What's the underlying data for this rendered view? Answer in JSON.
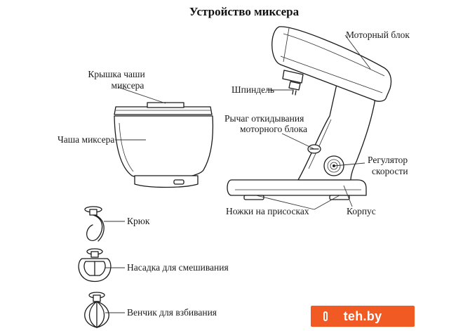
{
  "title": "Устройство миксера",
  "labels": {
    "motor_unit": "Моторный блок",
    "bowl_lid_line1": "Крышка чаши",
    "bowl_lid_line2": "миксера",
    "spindle": "Шпиндель",
    "tilt_lever_line1": "Рычаг откидывания",
    "tilt_lever_line2": "моторного блока",
    "bowl": "Чаша миксера",
    "speed_regulator_line1": "Регулятор",
    "speed_regulator_line2": "скорости",
    "suction_feet": "Ножки на присосках",
    "body": "Корпус",
    "hook": "Крюк",
    "mixing_attachment": "Насадка для смешивания",
    "whisk": "Венчик для взбивания"
  },
  "watermark": {
    "text": "teh.by",
    "background": "#f15a22",
    "color": "#ffffff"
  },
  "colors": {
    "line": "#1a1a1a",
    "background": "#ffffff"
  }
}
